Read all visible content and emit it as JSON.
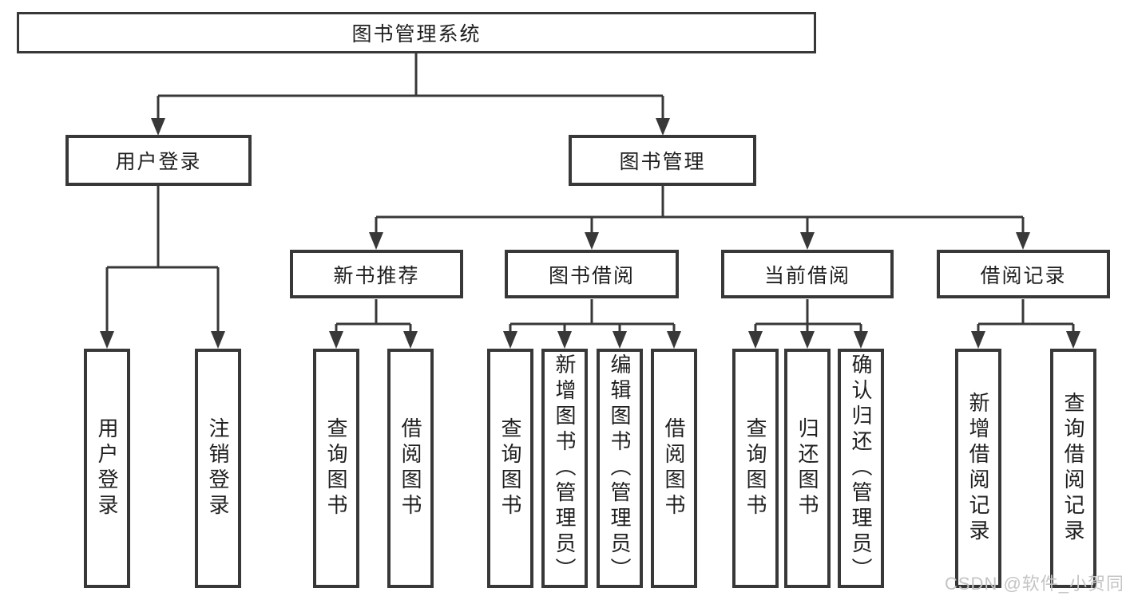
{
  "tree": {
    "root": {
      "label": "图书管理系统",
      "children": [
        {
          "label": "用户登录",
          "children": [
            {
              "label": "用户登录"
            },
            {
              "label": "注销登录"
            }
          ]
        },
        {
          "label": "图书管理",
          "children": [
            {
              "label": "新书推荐",
              "children": [
                {
                  "label": "查询图书"
                },
                {
                  "label": "借阅图书"
                }
              ]
            },
            {
              "label": "图书借阅",
              "children": [
                {
                  "label": "查询图书"
                },
                {
                  "label": "新增图书（管理员）"
                },
                {
                  "label": "编辑图书（管理员）"
                },
                {
                  "label": "借阅图书"
                }
              ]
            },
            {
              "label": "当前借阅",
              "children": [
                {
                  "label": "查询图书"
                },
                {
                  "label": "归还图书"
                },
                {
                  "label": "确认归还（管理员）"
                }
              ]
            },
            {
              "label": "借阅记录",
              "children": [
                {
                  "label": "新增借阅记录"
                },
                {
                  "label": "查询借阅记录"
                }
              ]
            }
          ]
        }
      ]
    }
  },
  "style": {
    "line_color": "#383838",
    "text_color": "#1f1f1f",
    "watermark_color": "#c4c4c4"
  },
  "watermark": {
    "text": "CSDN @软件_小贺同学"
  }
}
